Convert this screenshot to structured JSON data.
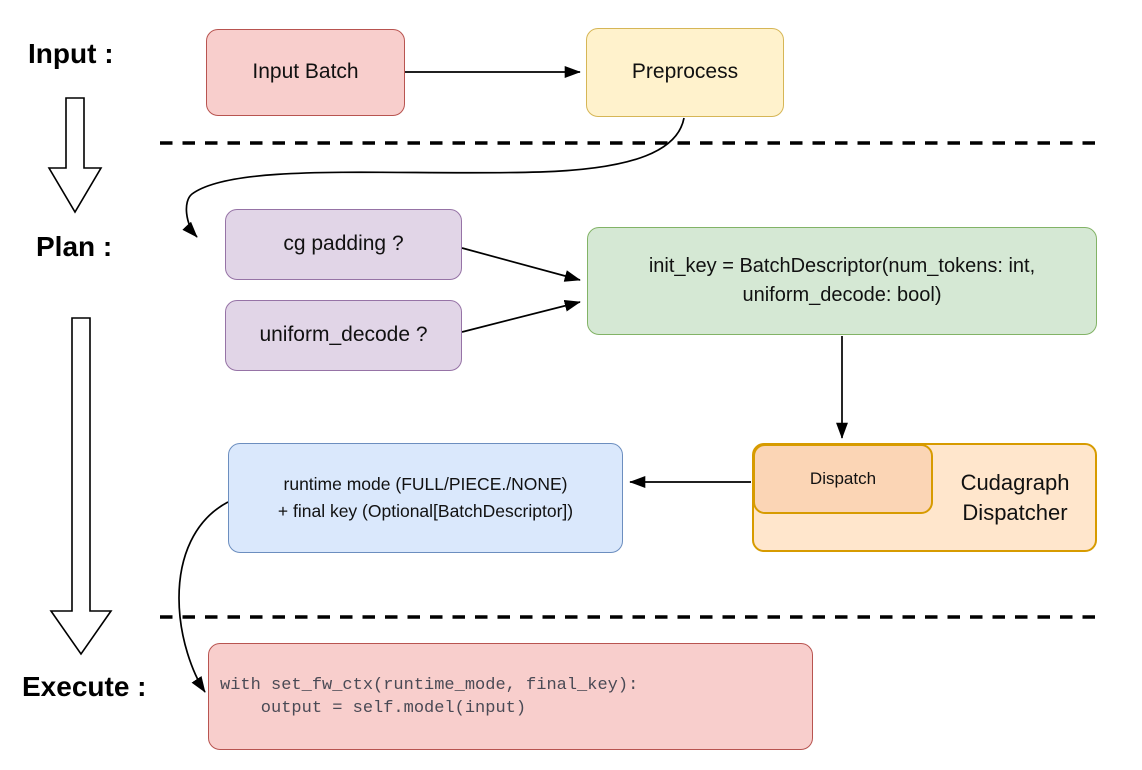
{
  "sections": {
    "input_label": "Input :",
    "plan_label": "Plan :",
    "execute_label": "Execute :"
  },
  "nodes": {
    "input_batch": {
      "label": "Input Batch",
      "fill": "#f8cecc",
      "stroke": "#b85450"
    },
    "preprocess": {
      "label": "Preprocess",
      "fill": "#fff2cc",
      "stroke": "#d6b656"
    },
    "cg_padding": {
      "label": "cg padding ?",
      "fill": "#e1d5e7",
      "stroke": "#9673a6"
    },
    "uniform_decode": {
      "label": "uniform_decode ?",
      "fill": "#e1d5e7",
      "stroke": "#9673a6"
    },
    "init_key": {
      "lines": [
        "init_key = BatchDescriptor(num_tokens: int,",
        "uniform_decode: bool)"
      ],
      "fill": "#d5e8d4",
      "stroke": "#82b366"
    },
    "dispatch": {
      "label": "Dispatch",
      "fill": "#fbd5b5",
      "stroke": "#d79b00"
    },
    "cudagraph_dispatcher": {
      "label": "Cudagraph Dispatcher",
      "fill": "#ffe6cc",
      "stroke": "#d79b00"
    },
    "runtime_mode": {
      "lines": [
        "runtime mode (FULL/PIECE./NONE)",
        "+ final key (Optional[BatchDescriptor])"
      ],
      "fill": "#dae8fc",
      "stroke": "#6c8ebf"
    },
    "execute_code": {
      "lines": [
        "with set_fw_ctx(runtime_mode, final_key):",
        "    output = self.model(input)"
      ],
      "fill": "#f8cecc",
      "stroke": "#b85450"
    }
  },
  "edges": [
    {
      "from": "input_batch",
      "to": "preprocess"
    },
    {
      "from": "preprocess",
      "to": "cg_padding"
    },
    {
      "from": "cg_padding",
      "to": "init_key"
    },
    {
      "from": "uniform_decode",
      "to": "init_key"
    },
    {
      "from": "init_key",
      "to": "dispatch"
    },
    {
      "from": "dispatch",
      "to": "runtime_mode"
    },
    {
      "from": "runtime_mode",
      "to": "execute_code"
    },
    {
      "from": "input_label",
      "to": "plan_label"
    },
    {
      "from": "plan_label",
      "to": "execute_label"
    }
  ],
  "colors": {
    "arrow": "#000000",
    "divider": "#000000",
    "background": "#ffffff"
  }
}
